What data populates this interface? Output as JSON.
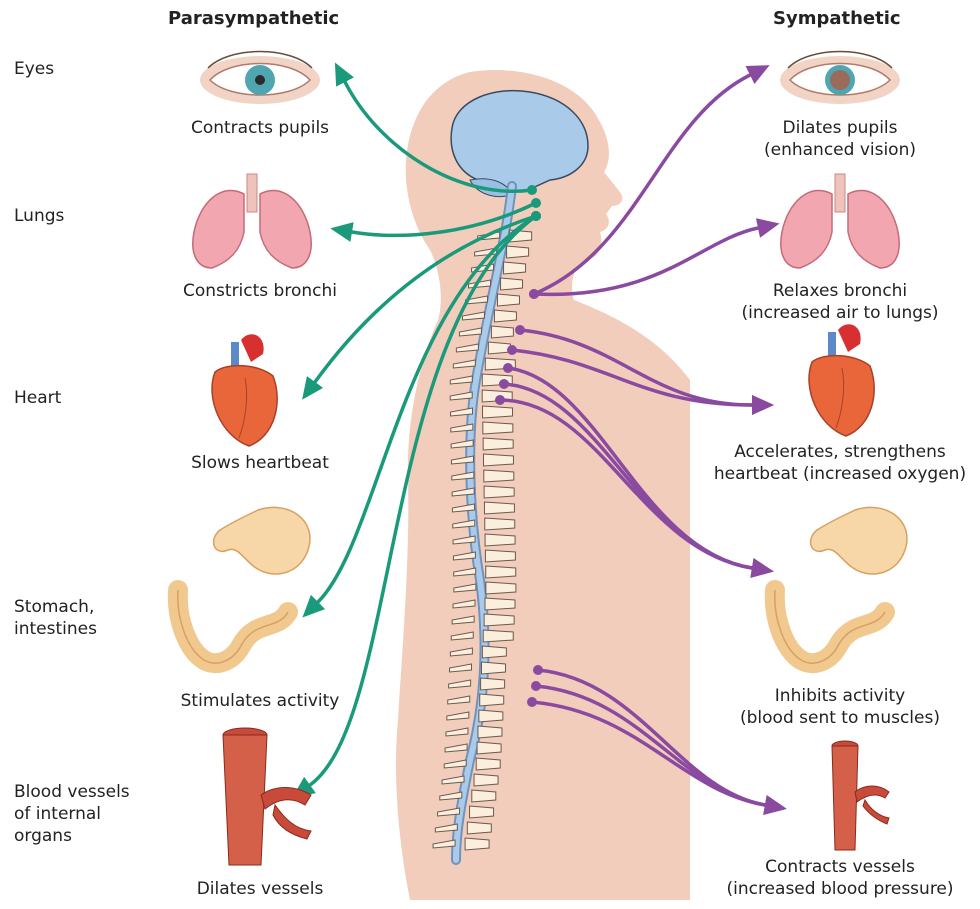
{
  "headers": {
    "left": "Parasympathetic",
    "right": "Sympathetic"
  },
  "organs": [
    {
      "name": "Eyes",
      "parasympathetic": "Contracts pupils",
      "sympathetic": "Dilates pupils\n(enhanced vision)"
    },
    {
      "name": "Lungs",
      "parasympathetic": "Constricts bronchi",
      "sympathetic": "Relaxes bronchi\n(increased air to lungs)"
    },
    {
      "name": "Heart",
      "parasympathetic": "Slows heartbeat",
      "sympathetic": "Accelerates, strengthens\nheartbeat (increased oxygen)"
    },
    {
      "name": "Stomach,\nintestines",
      "parasympathetic": "Stimulates activity",
      "sympathetic": "Inhibits activity\n(blood sent to muscles)"
    },
    {
      "name": "Blood vessels\nof internal\norgans",
      "parasympathetic": "Dilates vessels",
      "sympathetic": "Contracts vessels\n(increased blood pressure)"
    }
  ],
  "icons": {
    "eye": "eye-icon",
    "lungs": "lungs-icon",
    "heart": "heart-icon",
    "stomach": "stomach-intestines-icon",
    "vessel": "blood-vessel-icon"
  },
  "colors": {
    "parasympathetic": "#1a9a7a",
    "sympathetic": "#8a4aa0",
    "body": "#f3cdbb",
    "brain": "#a9cbe9",
    "spinal_cord": "#8fb8e0",
    "vertebra": "#fbeedd"
  }
}
